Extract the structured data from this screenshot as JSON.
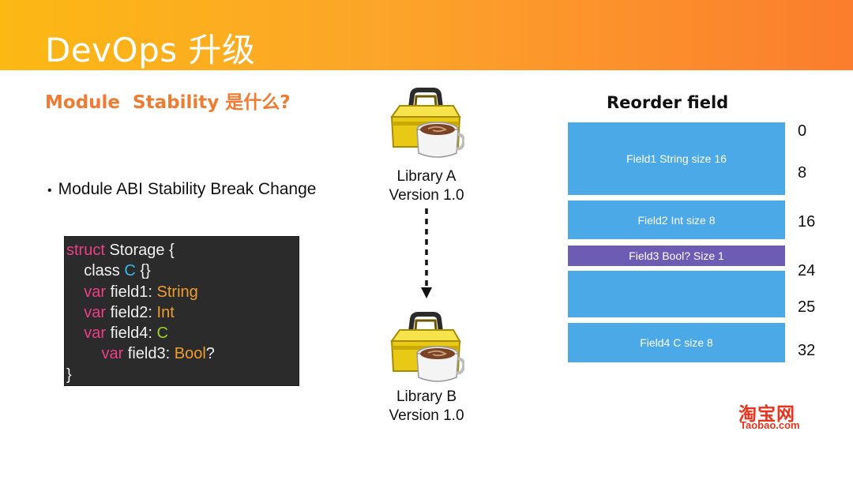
{
  "slide": {
    "title": "DevOps 升级",
    "subtitle": "Module  Stability 是什么?",
    "bullet": "Module ABI Stability Break Change"
  },
  "code": {
    "lines": [
      [
        {
          "t": "struct",
          "c": "kw"
        },
        {
          "t": " Storage {",
          "c": ""
        }
      ],
      [
        {
          "t": "    class ",
          "c": ""
        },
        {
          "t": "C",
          "c": "cc"
        },
        {
          "t": " {}",
          "c": ""
        }
      ],
      [
        {
          "t": "    ",
          "c": ""
        },
        {
          "t": "var",
          "c": "kw"
        },
        {
          "t": " field1: ",
          "c": ""
        },
        {
          "t": "String",
          "c": "ty"
        }
      ],
      [
        {
          "t": "    ",
          "c": ""
        },
        {
          "t": "var",
          "c": "kw"
        },
        {
          "t": " field2: ",
          "c": ""
        },
        {
          "t": "Int",
          "c": "ty"
        }
      ],
      [
        {
          "t": "    ",
          "c": ""
        },
        {
          "t": "var",
          "c": "kw"
        },
        {
          "t": " field4: ",
          "c": ""
        },
        {
          "t": "C",
          "c": "cg"
        }
      ],
      [
        {
          "t": "        ",
          "c": ""
        },
        {
          "t": "var",
          "c": "kw"
        },
        {
          "t": " field3: ",
          "c": ""
        },
        {
          "t": "Bool",
          "c": "ty"
        },
        {
          "t": "?",
          "c": ""
        }
      ],
      [
        {
          "t": "}",
          "c": ""
        }
      ]
    ]
  },
  "libraries": {
    "a": {
      "name": "Library A",
      "version": "Version 1.0"
    },
    "b": {
      "name": "Library B",
      "version": "Version 1.0"
    }
  },
  "reorder": {
    "title": "Reorder field",
    "fields": [
      {
        "label": "Field1 String size 16",
        "color": "#4aa9e6"
      },
      {
        "label": "Field2 Int size 8",
        "color": "#4aa9e6"
      },
      {
        "label": "Field3 Bool? Size 1",
        "color": "#6c5cb3"
      },
      {
        "label": "",
        "color": "#4aa9e6"
      },
      {
        "label": "Field4 C size 8",
        "color": "#4aa9e6"
      }
    ],
    "offsets": [
      "0",
      "8",
      "16",
      "24",
      "25",
      "32"
    ]
  },
  "logo": {
    "cn": "淘宝网",
    "en": "Taobao.com"
  },
  "colors": {
    "accent": "#ee7b31",
    "header_start": "#fcb813",
    "header_end": "#fb7d2d"
  }
}
